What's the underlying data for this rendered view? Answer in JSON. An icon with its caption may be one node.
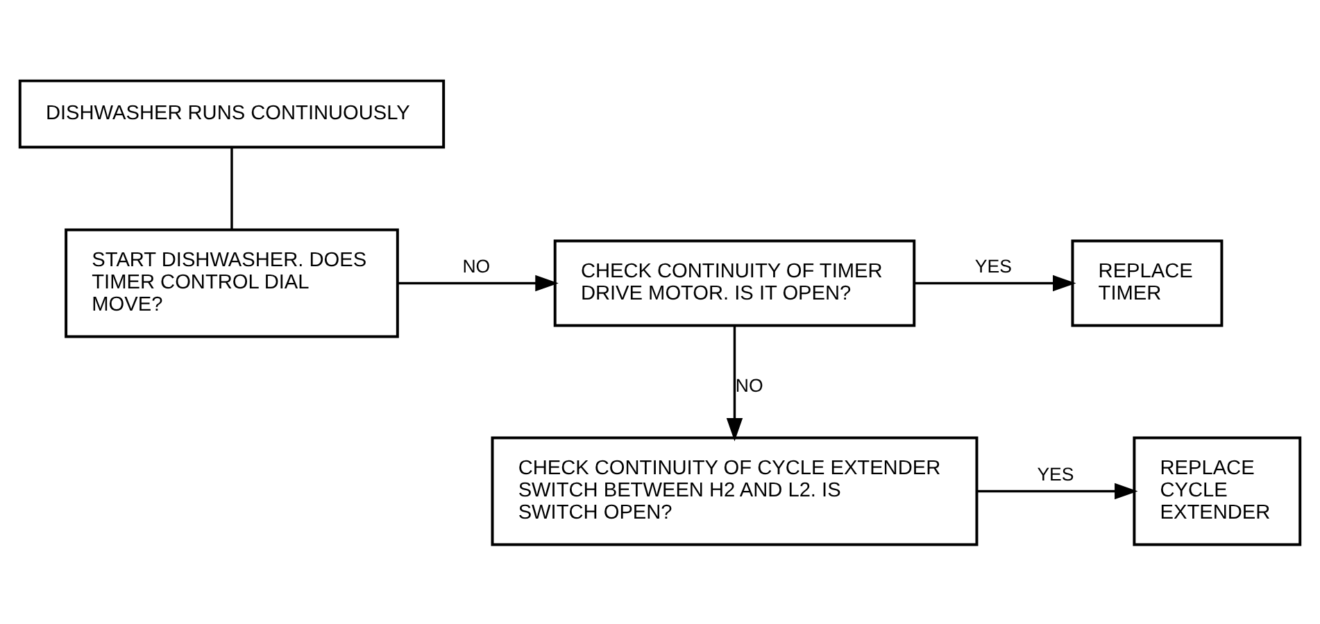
{
  "diagram": {
    "nodes": [
      {
        "text": [
          "DISHWASHER RUNS CONTINUOUSLY"
        ]
      },
      {
        "text": [
          "START DISHWASHER. DOES TIMER CONTROL DIAL MOVE?"
        ]
      },
      {
        "text": [
          "CHECK CONTINUITY OF TIMER DRIVE MOTOR. IS IT OPEN?"
        ]
      },
      {
        "text": [
          "REPLACE TIMER"
        ]
      },
      {
        "text": [
          "CHECK CONTINUITY OF CYCLE EXTENDER SWITCH BETWEEN H2 AND L2. IS SWITCH OPEN?"
        ]
      },
      {
        "text": [
          "REPLACE CYCLE EXTENDER"
        ]
      }
    ],
    "edges": [
      {
        "from": 0,
        "to": 1,
        "arrow": "none"
      },
      {
        "from": 1,
        "to": 2,
        "arrow": "to",
        "label": "NO"
      },
      {
        "from": 2,
        "to": 3,
        "arrow": "to",
        "label": "YES"
      },
      {
        "from": 2,
        "to": 4,
        "arrow": "to",
        "label": "NO"
      },
      {
        "from": 4,
        "to": 5,
        "arrow": "to",
        "label": "YES"
      }
    ]
  }
}
